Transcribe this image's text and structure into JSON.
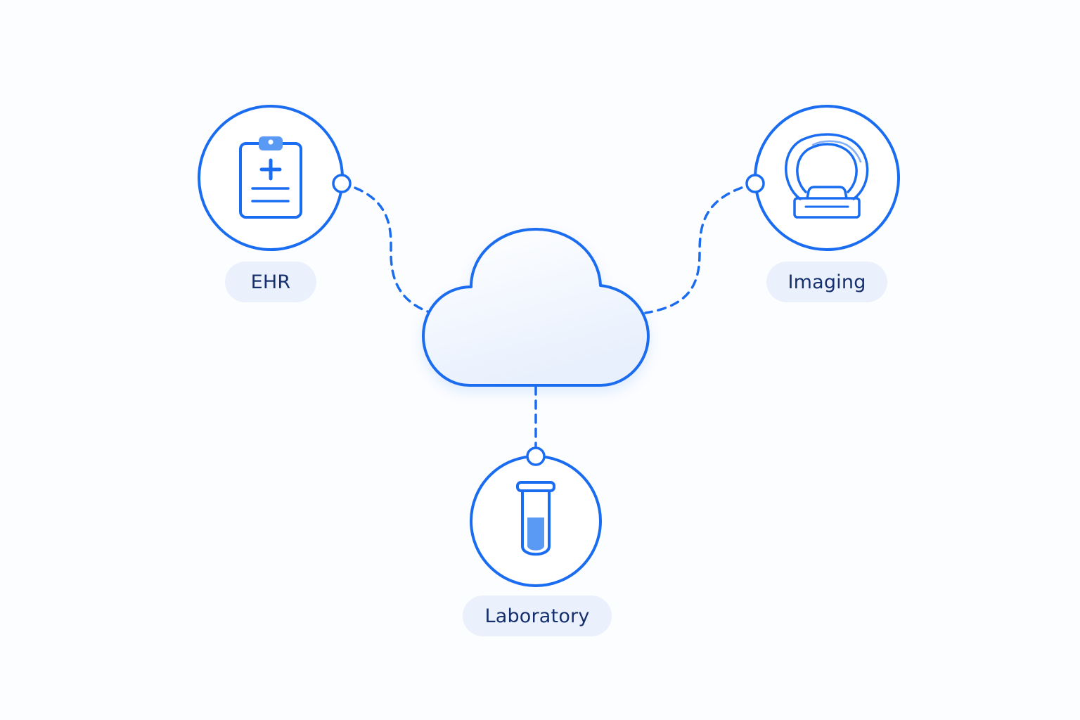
{
  "colors": {
    "primary": "#1a6cf0",
    "accent_fill": "#5a9af5",
    "label_text": "#16306e",
    "pill_bg": "#eaf1fc",
    "cloud_fill_top": "#ffffff",
    "cloud_fill_bottom": "#e8f0fd",
    "background": "#fcfdff"
  },
  "hub": {
    "icon": "cloud-icon"
  },
  "nodes": {
    "ehr": {
      "label": "EHR",
      "icon": "clipboard-medical-icon"
    },
    "imaging": {
      "label": "Imaging",
      "icon": "mri-scanner-icon"
    },
    "laboratory": {
      "label": "Laboratory",
      "icon": "test-tube-icon"
    }
  }
}
